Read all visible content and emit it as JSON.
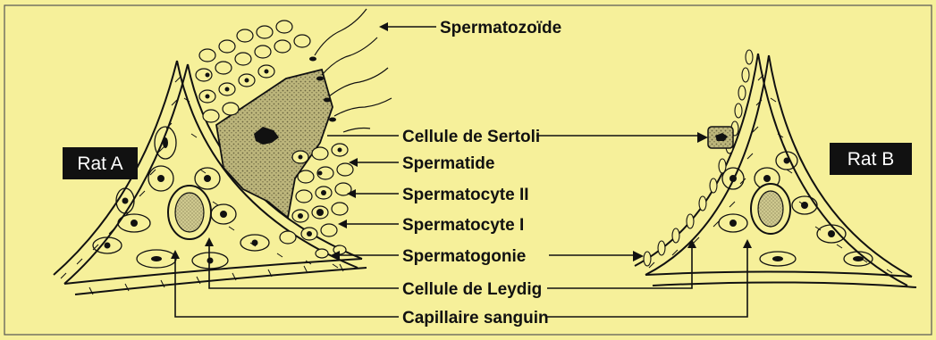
{
  "figure": {
    "rat_a_label": "Rat A",
    "rat_b_label": "Rat B",
    "labels": {
      "spermatozoide": "Spermatozoïde",
      "sertoli": "Cellule de Sertoli",
      "spermatide": "Spermatide",
      "spermatocyte_2": "Spermatocyte II",
      "spermatocyte_1": "Spermatocyte I",
      "spermatogonie": "Spermatogonie",
      "leydig": "Cellule de Leydig",
      "capillaire": "Capillaire sanguin"
    },
    "colors": {
      "background": "#f6f09a",
      "ink": "#111111",
      "sertoli_fill": "#b9b27a",
      "vessel_fill": "#c8c38a"
    }
  }
}
